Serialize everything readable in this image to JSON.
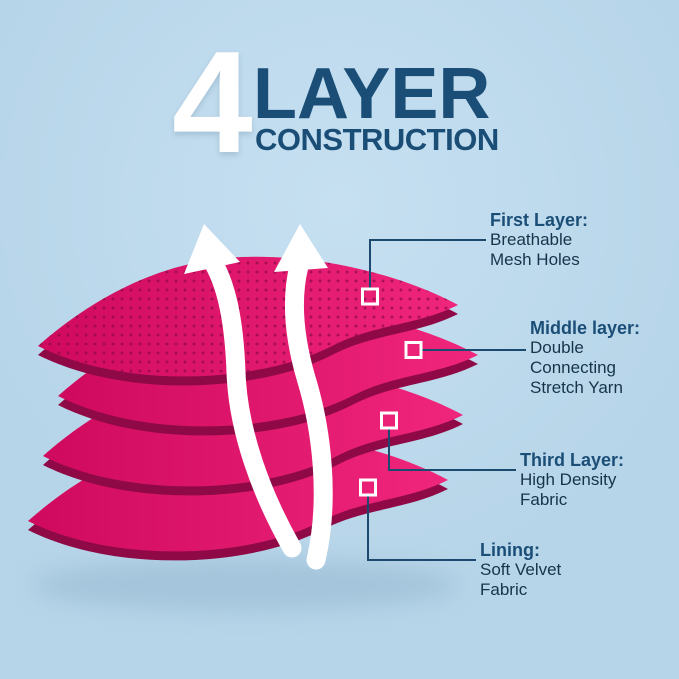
{
  "title": {
    "number": "4",
    "word": "LAYER",
    "subtitle": "CONSTRUCTION"
  },
  "labels": [
    {
      "heading": "First Layer:",
      "body": "Breathable\nMesh Holes"
    },
    {
      "heading": "Middle layer:",
      "body": "Double\nConnecting\nStretch Yarn"
    },
    {
      "heading": "Third Layer:",
      "body": "High Density\nFabric"
    },
    {
      "heading": "Lining:",
      "body": "Soft Velvet\nFabric"
    }
  ],
  "colors": {
    "background": "#b7d5e9",
    "navy": "#1b4e77",
    "pink": "#f0267c",
    "pink_deep": "#cf0a5e",
    "pink_dark": "#8f0947",
    "line": "#1c4a6e",
    "text": "#16344a"
  }
}
